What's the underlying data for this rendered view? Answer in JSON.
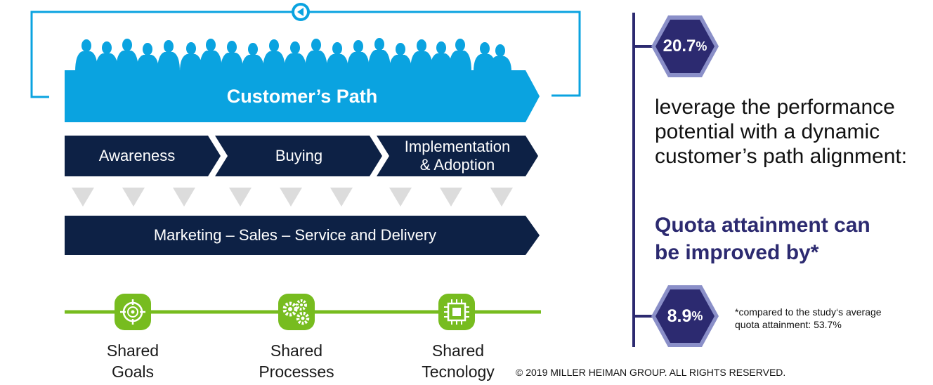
{
  "banner": {
    "title": "Customer’s Path"
  },
  "phases": [
    {
      "label": "Awareness"
    },
    {
      "label": "Buying"
    },
    {
      "label_line1": "Implementation",
      "label_line2": "& Adoption"
    }
  ],
  "alignment_bar": {
    "label": "Marketing – Sales – Service and Delivery"
  },
  "pillars": [
    {
      "line1": "Shared",
      "line2": "Goals",
      "icon": "target-icon"
    },
    {
      "line1": "Shared",
      "line2": "Processes",
      "icon": "gears-icon"
    },
    {
      "line1": "Shared",
      "line2": "Tecnology",
      "icon": "chip-icon"
    }
  ],
  "stats": {
    "top": {
      "value": "20.7",
      "unit": "%"
    },
    "bottom": {
      "value": "8.9",
      "unit": "%"
    }
  },
  "text": {
    "leverage_line1": "leverage the performance",
    "leverage_line2": "potential with a dynamic",
    "leverage_line3": "customer’s path alignment:",
    "quota_line1": "Quota attainment can",
    "quota_line2": "be improved by*",
    "footnote_line1": "*compared to the study‘s average",
    "footnote_line2": "quota attainment: 53.7%",
    "copyright": "© 2019 MILLER HEIMAN GROUP. ALL RIGHTS RESERVED."
  },
  "colors": {
    "accent_blue": "#0aa3e0",
    "navy": "#0d2145",
    "green": "#77bc1f",
    "purple_dark": "#2c2a70",
    "purple_light": "#8a8fc8",
    "gray_arrow": "#dcdcdc"
  }
}
